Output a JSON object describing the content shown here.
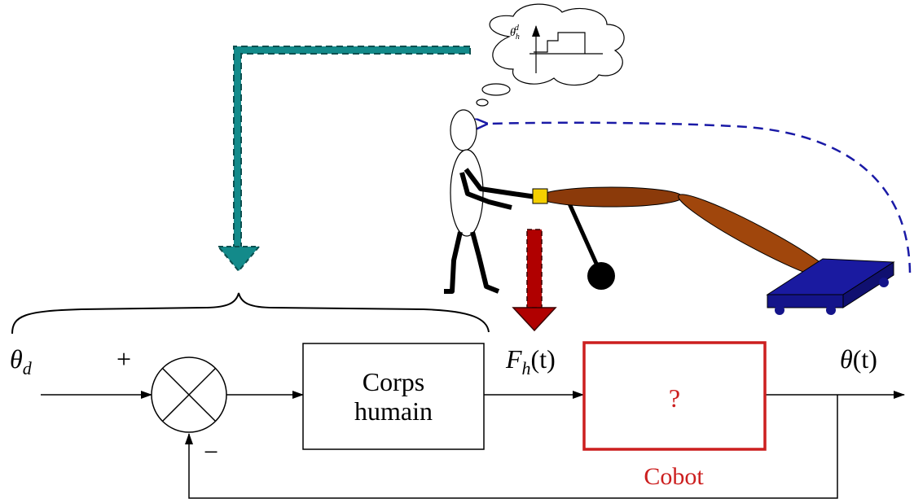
{
  "labels": {
    "theta_d": "θ",
    "theta_d_sub": "d",
    "plus": "+",
    "minus": "−",
    "block_line1": "Corps",
    "block_line2": "humain",
    "fh": "F",
    "fh_sub": "h",
    "fh_arg": "(t)",
    "theta_out": "θ",
    "theta_out_arg": "(t)",
    "question": "?",
    "cobot": "Cobot",
    "thought_theta": "θ",
    "thought_sub": "h",
    "thought_sup": "d"
  },
  "colors": {
    "teal": "#138a8a",
    "red_arrow": "#b00000",
    "cobot_red": "#cc1f1f",
    "blue_dash": "#1a1aa6",
    "link_brown": "#8b3a0a",
    "platform": "#1a1aa0",
    "handle": "#f5d000"
  }
}
